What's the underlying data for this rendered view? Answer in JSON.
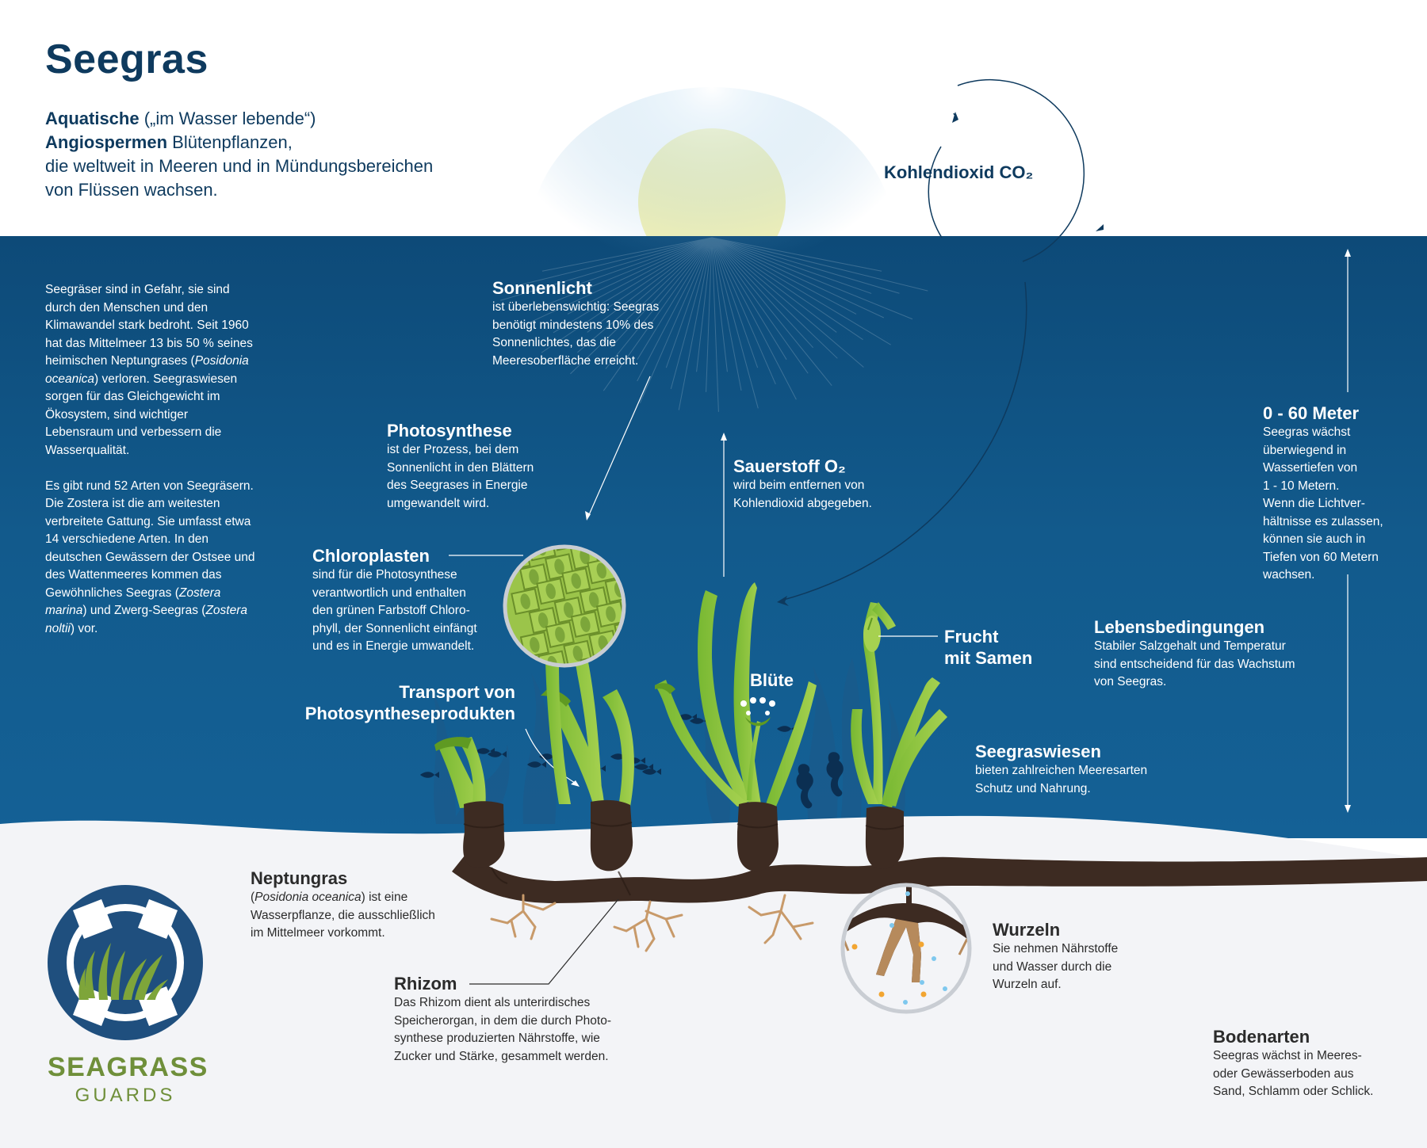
{
  "title": "Seegras",
  "intro": {
    "line1_bold": "Aquatische",
    "line1_rest": " („im Wasser lebende“)",
    "line2_bold": "Angiospermen",
    "line2_rest": " Blütenpflanzen,",
    "line3": "die weltweit in Meeren und in Mündungsbereichen",
    "line4": "von Flüssen wachsen."
  },
  "co2": {
    "label": "Kohlendioxid CO₂"
  },
  "left_text": {
    "p1": [
      "Seegräser sind in Gefahr, sie sind",
      "durch den Menschen und den",
      "Klimawandel stark bedroht. Seit 1960",
      "hat das Mittelmeer 13 bis 50 % seines",
      "heimischen Neptungrases (",
      "Posidonia",
      "oceanica",
      ") verloren. Seegraswiesen",
      "sorgen für das Gleichgewicht im",
      "Ökosystem, sind wichtiger",
      "Lebensraum und verbessern die",
      "Wasserqualität."
    ],
    "p2": [
      "Es gibt rund 52 Arten von Seegräsern.",
      "Die Zostera ist die am weitesten",
      "verbreitete Gattung. Sie umfasst etwa",
      "14 verschiedene Arten. In den",
      "deutschen Gewässern der Ostsee und",
      "des Wattenmeeres kommen das",
      "Gewöhnliches Seegras (",
      "Zostera",
      "marina",
      ") und Zwerg-Seegras (",
      "Zostera",
      "noltii",
      ") vor."
    ]
  },
  "sonnenlicht": {
    "title": "Sonnenlicht",
    "lines": [
      "ist überlebenswichtig: Seegras",
      "benötigt mindestens 10% des",
      "Sonnenlichtes, das die",
      "Meeresoberfläche erreicht."
    ]
  },
  "photosynthese": {
    "title": "Photosynthese",
    "lines": [
      "ist der Prozess, bei dem",
      "Sonnenlicht in den Blättern",
      "des Seegrases in Energie",
      "umgewandelt wird."
    ]
  },
  "sauerstoff": {
    "title": "Sauerstoff O₂",
    "lines": [
      "wird beim entfernen von",
      "Kohlendioxid abgegeben."
    ]
  },
  "chloroplasten": {
    "title": "Chloroplasten",
    "lines": [
      "sind für die Photosynthese",
      "verantwortlich und enthalten",
      "den grünen Farbstoff Chloro-",
      "phyll, der Sonnenlicht einfängt",
      "und es in Energie umwandelt."
    ]
  },
  "transport": {
    "line1": "Transport von",
    "line2": "Photosyntheseprodukten"
  },
  "bluete": {
    "title": "Blüte"
  },
  "frucht": {
    "line1": "Frucht",
    "line2": "mit Samen"
  },
  "depth": {
    "title": "0 - 60 Meter",
    "lines": [
      "Seegras wächst",
      "überwiegend in",
      "Wassertiefen von",
      "1 - 10 Metern.",
      "Wenn die Lichtver-",
      "hältnisse es zulassen,",
      "können sie auch in",
      "Tiefen von 60 Metern",
      "wachsen."
    ]
  },
  "lebensbedingungen": {
    "title": "Lebensbedingungen",
    "lines": [
      "Stabiler Salzgehalt und Temperatur",
      "sind entscheidend für das Wachstum",
      "von Seegras."
    ]
  },
  "seegraswiesen": {
    "title": "Seegraswiesen",
    "lines": [
      "bieten zahlreichen Meeresarten",
      "Schutz und Nahrung."
    ]
  },
  "neptungras": {
    "title": "Neptungras",
    "italic": "Posidonia oceanica",
    "line1_open": "(",
    "line1_rest": ") ist eine",
    "lines": [
      "Wasserpflanze, die ausschließlich",
      "im Mittelmeer vorkommt."
    ]
  },
  "rhizom": {
    "title": "Rhizom",
    "lines": [
      "Das Rhizom dient als unterirdisches",
      "Speicherorgan, in dem die durch Photo-",
      "synthese produzierten Nährstoffe, wie",
      "Zucker und Stärke, gesammelt werden."
    ]
  },
  "wurzeln": {
    "title": "Wurzeln",
    "lines": [
      "Sie nehmen Nährstoffe",
      "und Wasser durch die",
      "Wurzeln auf."
    ]
  },
  "bodenarten": {
    "title": "Bodenarten",
    "lines": [
      "Seegras wächst in Meeres-",
      "oder Gewässerboden aus",
      "Sand, Schlamm oder Schlick."
    ]
  },
  "logo": {
    "main": "SEAGRASS",
    "sub": "GUARDS"
  },
  "colors": {
    "navy": "#0e3a5e",
    "ocean": "#115586",
    "sun": "#f6f3b6",
    "grass": "#8cc63f",
    "rhizome": "#3d2b22",
    "soil": "#f3f4f7",
    "logo_green": "#6f8f3a"
  }
}
